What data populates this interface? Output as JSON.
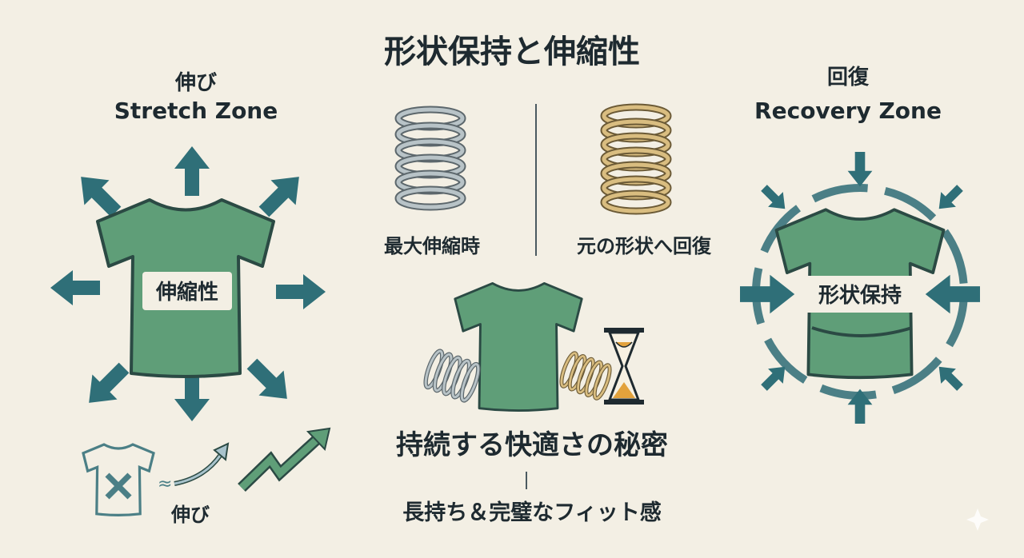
{
  "title": "形状保持と伸縮性",
  "stretch_zone": {
    "label_jp": "伸び",
    "label_en": "Stretch Zone",
    "shirt_label": "伸縮性"
  },
  "recovery_zone": {
    "label_jp": "回復",
    "label_en": "Recovery Zone",
    "shirt_label": "形状保持"
  },
  "springs": {
    "left_caption": "最大伸縮時",
    "right_caption": "元の形状へ回復"
  },
  "center": {
    "headline": "持続する快適さの秘密",
    "subline": "長持ち＆完璧なフィット感"
  },
  "bottom_left": {
    "label": "伸び"
  },
  "colors": {
    "background": "#f3efe4",
    "shirt": "#5f9e78",
    "arrow": "#2f6f78",
    "spring_gray": "#9aa6ab",
    "spring_gold": "#c9a968",
    "text": "#1e2a30"
  }
}
